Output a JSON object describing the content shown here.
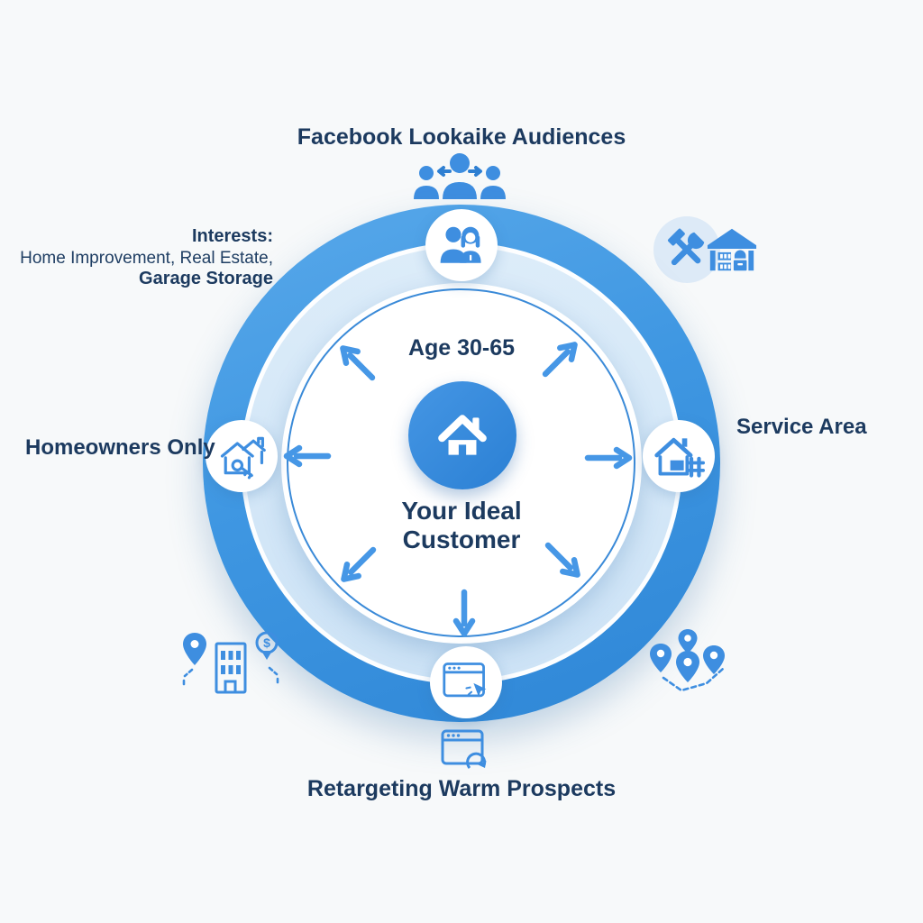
{
  "title": "Facebook Lookaike Audiences",
  "center": {
    "age_label": "Age 30-65",
    "label_line1": "Your Ideal",
    "label_line2": "Customer"
  },
  "labels": {
    "interests_heading": "Interests:",
    "interests_line1": "Home Improvement, Real Estate,",
    "interests_line2": "Garage Storage",
    "homeowners": "Homeowners Only",
    "service_area": "Service Area",
    "retargeting": "Retargeting Warm Prospects"
  },
  "icons": {
    "top_outside": "lookalike-audiences-icon",
    "top_node": "couple-icon",
    "top_right_1": "hammer-wrench-icon",
    "top_right_2": "garage-storage-icon",
    "left_node": "house-key-icon",
    "right_node": "house-service-area-icon",
    "bottom_node": "browser-cursor-icon",
    "bottom_outside": "browser-refresh-icon",
    "bottom_left": "local-business-pins-icon",
    "bottom_right": "map-pins-icon",
    "center": "home-icon",
    "radial": "outward-arrow-icon"
  },
  "colors": {
    "background": "#f7f9fa",
    "ring_outer_start": "#59a9ea",
    "ring_outer_end": "#2e86d6",
    "ring_inner": "#d5e8f8",
    "inner_circle_border": "#3a8ad8",
    "center_circle": "#2f87d8",
    "icon_blue": "#3e8ee0",
    "arrow_blue": "#4697e6",
    "text_navy": "#1c3a5f",
    "node_background": "#ffffff",
    "tools_circle_background": "#ddeaf7"
  }
}
